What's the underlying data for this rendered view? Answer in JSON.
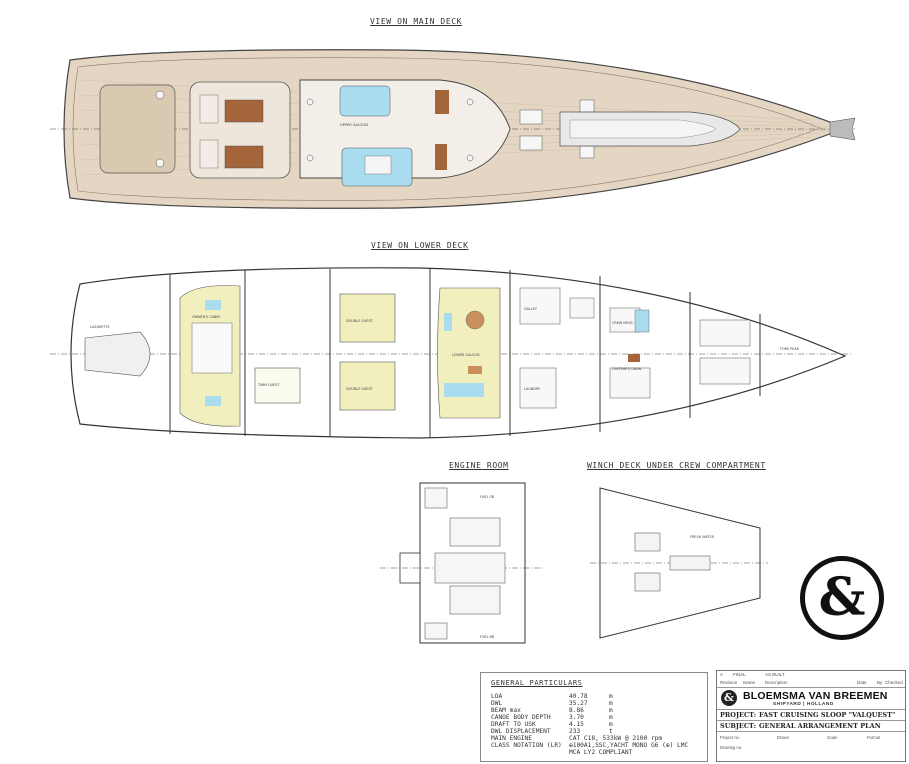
{
  "views": {
    "main_deck": "VIEW ON MAIN DECK",
    "lower_deck": "VIEW ON LOWER DECK",
    "engine_room": "ENGINE ROOM",
    "winch_deck": "WINCH DECK UNDER CREW COMPARTMENT"
  },
  "main_deck_labels": {
    "upper_saloon": "UPPER SALOON"
  },
  "lower_deck_labels": {
    "owners_cabin": "OWNER'S CABIN",
    "double_guest_1": "DOUBLE GUEST",
    "double_guest_2": "DOUBLE GUEST",
    "twin_guest": "TWIN GUEST",
    "lower_saloon": "LOWER SALOON",
    "galley": "GALLEY",
    "captains_cabin": "CAPTAIN'S CABIN",
    "crew_mess": "CREW MESS",
    "laundry": "LAUNDRY",
    "fore_peak": "FORE PEAK",
    "lazarette": "LAZARETTE"
  },
  "engine_room_labels": {
    "fuel_sb": "FUEL SB",
    "fuel_bb": "FUEL BB"
  },
  "winch_labels": {
    "fresh_water": "FRESH WATER"
  },
  "particulars": {
    "title": "GENERAL PARTICULARS",
    "rows": [
      {
        "k": "LOA",
        "v": "40.78",
        "u": "m"
      },
      {
        "k": "DWL",
        "v": "35.27",
        "u": "m"
      },
      {
        "k": "BEAM max",
        "v": "8.86",
        "u": "m"
      },
      {
        "k": "CANOE BODY DEPTH",
        "v": "3.70",
        "u": "m"
      },
      {
        "k": "DRAFT TO USK",
        "v": "4.15",
        "u": "m"
      },
      {
        "k": "DWL DISPLACEMENT",
        "v": "233",
        "u": "t"
      },
      {
        "k": "MAIN ENGINE",
        "v": "CAT C18, 533kW @ 2100 rpm",
        "u": ""
      },
      {
        "k": "CLASS NOTATION (LR)",
        "v": "✠100A1,SSC,YACHT MONO G6 (✠) LMC",
        "u": ""
      },
      {
        "k": "",
        "v": "MCA LY2 COMPLIANT",
        "u": ""
      }
    ]
  },
  "title_block": {
    "rev_letter": "A",
    "rev_status": "FINAL",
    "rev_by": "AS BUILT",
    "rev_header_rev": "Revision",
    "rev_header_name": "Name",
    "rev_header_desc": "Description",
    "rev_header_date": "Date",
    "rev_header_by": "By",
    "rev_header_checked": "Checked",
    "brand_logo": "&",
    "brand_name": "BLOEMSMA VAN BREEMEN",
    "brand_sub": "SHIPYARD | HOLLAND",
    "project_key": "PROJECT:",
    "project_val": "FAST CRUISING SLOOP \"VALQUEST\"",
    "subject_key": "SUBJECT:",
    "subject_val": "GENERAL ARRANGEMENT PLAN",
    "foot_project": "Project no.",
    "foot_drawn": "Drawn",
    "foot_scale": "Scale",
    "foot_format": "Format",
    "foot_drawing": "Drawing no."
  },
  "emblem": {
    "glyph": "&"
  },
  "colors": {
    "deck_teak": "#e4d6c2",
    "cushion_brown": "#a4653a",
    "glass_blue": "#a9dcef",
    "guest_cabin_yellow": "#f2efbf",
    "line": "#3a3a3a"
  }
}
